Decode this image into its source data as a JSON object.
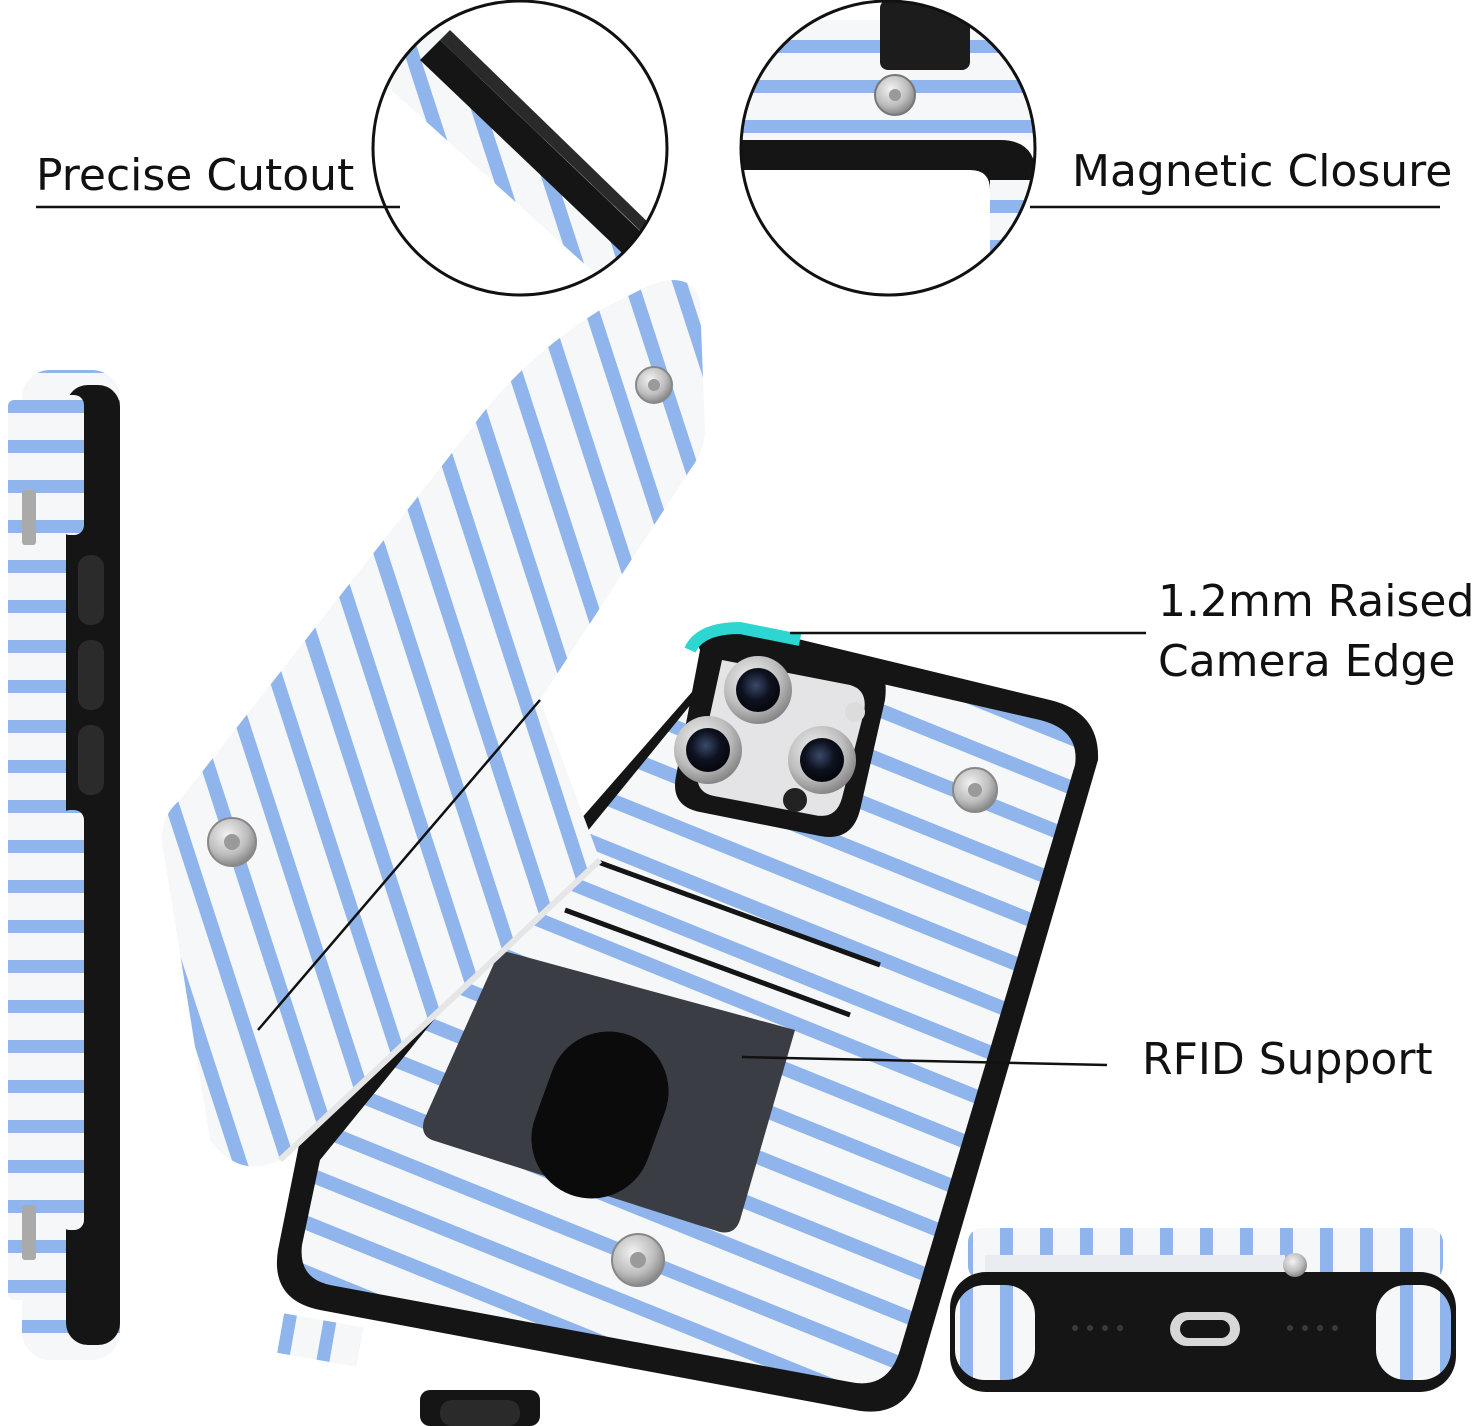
{
  "labels": {
    "precise_cutout": "Precise Cutout",
    "magnetic_closure": "Magnetic Closure",
    "raised_edge_line1": "1.2mm Raised",
    "raised_edge_line2": "Camera Edge",
    "rfid_support": "RFID Support"
  },
  "colors": {
    "stripe_blue": "#8fb5ec",
    "case_white": "#f6f7f8",
    "bumper_black": "#141414",
    "camera_teal": "#2dd6d0",
    "button_silver": "#c9c9c9",
    "line_black": "#111111"
  }
}
